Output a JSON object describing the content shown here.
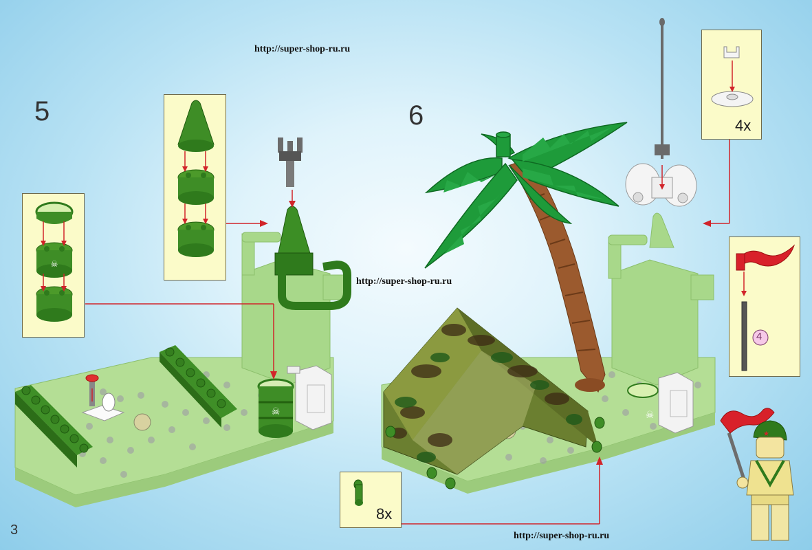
{
  "page": {
    "number": "3"
  },
  "watermarks": {
    "top": "http://super-shop-ru.ru",
    "middle": "http://super-shop-ru.ru",
    "bottom": "http://super-shop-ru.ru"
  },
  "steps": [
    {
      "number": "5"
    },
    {
      "number": "6"
    }
  ],
  "callouts": {
    "pins": {
      "count": "8x"
    },
    "dish": {
      "count": "4x"
    },
    "flag": {
      "badge": "4"
    }
  },
  "colors": {
    "baseplate": "#a9d98a",
    "dark_green": "#2f7a1c",
    "brick_green": "#4c9a2a",
    "arrow": "#d1242a",
    "callout_bg": "#fbfbc9",
    "palm_leaf": "#1e9b3a",
    "trunk": "#9b5a2e",
    "flag": "#d8212a"
  }
}
